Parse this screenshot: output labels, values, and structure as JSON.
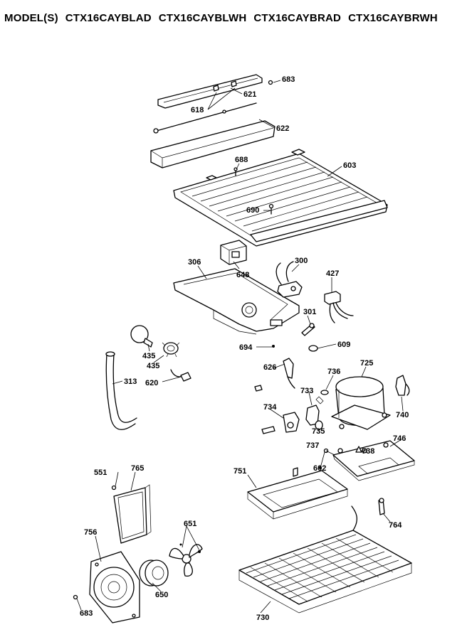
{
  "title": {
    "prefix": "MODEL(S)",
    "models": [
      "CTX16CAYBLAD",
      "CTX16CAYBLWH",
      "CTX16CAYBRAD",
      "CTX16CAYBRWH"
    ]
  },
  "callouts": [
    "683",
    "621",
    "618",
    "622",
    "688",
    "603",
    "690",
    "306",
    "648",
    "300",
    "427",
    "301",
    "435",
    "609",
    "694",
    "435",
    "313",
    "620",
    "626",
    "736",
    "725",
    "733",
    "734",
    "740",
    "735",
    "737",
    "746",
    "738",
    "602",
    "551",
    "765",
    "751",
    "764",
    "651",
    "756",
    "650",
    "683",
    "730"
  ]
}
